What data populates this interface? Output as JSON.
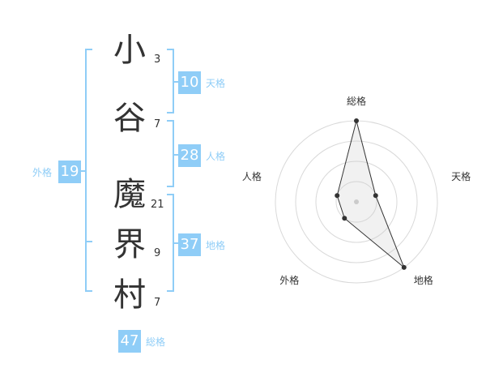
{
  "name": {
    "characters": [
      {
        "char": "小",
        "strokes": "3"
      },
      {
        "char": "谷",
        "strokes": "7"
      },
      {
        "char": "魔",
        "strokes": "21"
      },
      {
        "char": "界",
        "strokes": "9"
      },
      {
        "char": "村",
        "strokes": "7"
      }
    ]
  },
  "kakusu": {
    "tenkaku": {
      "value": "10",
      "label": "天格"
    },
    "jinkaku": {
      "value": "28",
      "label": "人格"
    },
    "chikaku": {
      "value": "37",
      "label": "地格"
    },
    "gaikaku": {
      "value": "19",
      "label": "外格"
    },
    "soukaku": {
      "value": "47",
      "label": "総格"
    }
  },
  "colors": {
    "accent": "#8fcdf7",
    "text": "#333333"
  },
  "chart_data": {
    "type": "radar",
    "axes": [
      "総格",
      "天格",
      "地格",
      "外格",
      "人格"
    ],
    "values": [
      4,
      1,
      4,
      1,
      1
    ],
    "range": [
      0,
      4
    ],
    "rings": 4
  }
}
